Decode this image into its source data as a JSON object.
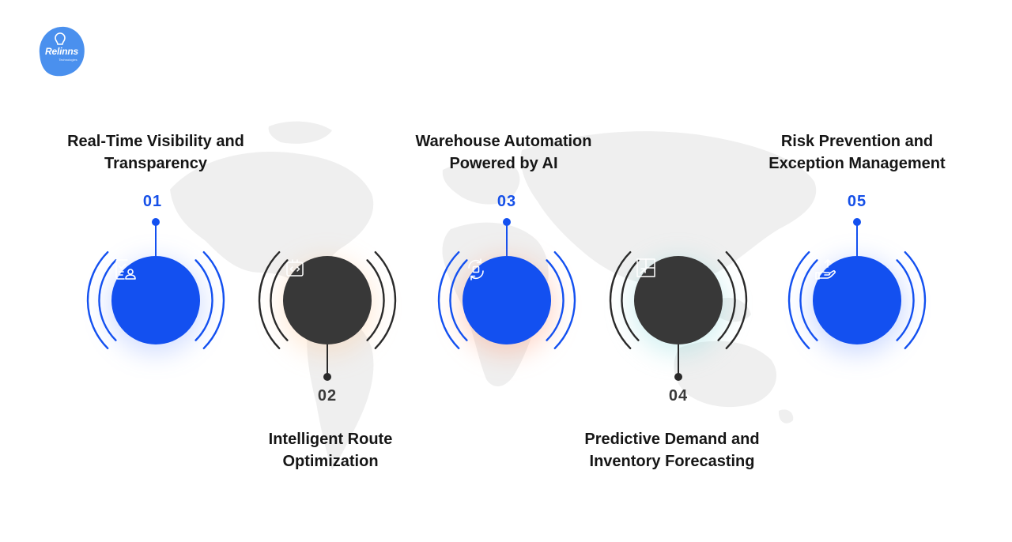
{
  "logo": {
    "name": "Relinns",
    "subtext": "Technologies"
  },
  "colors": {
    "blue": "#1350f0",
    "dark": "#383838",
    "map": "#efefef"
  },
  "steps": [
    {
      "num": "01",
      "title": "Real-Time Visibility and Transparency",
      "icon": "checklist-user-icon",
      "style": "blue"
    },
    {
      "num": "02",
      "title": "Intelligent Route Optimization",
      "icon": "code-tag-icon",
      "style": "dark"
    },
    {
      "num": "03",
      "title": "Warehouse Automation Powered by AI",
      "icon": "refresh-box-icon",
      "style": "blue"
    },
    {
      "num": "04",
      "title": "Predictive Demand and Inventory Forecasting",
      "icon": "expand-arrow-icon",
      "style": "dark"
    },
    {
      "num": "05",
      "title": "Risk Prevention and Exception Management",
      "icon": "hand-upload-icon",
      "style": "blue"
    }
  ]
}
